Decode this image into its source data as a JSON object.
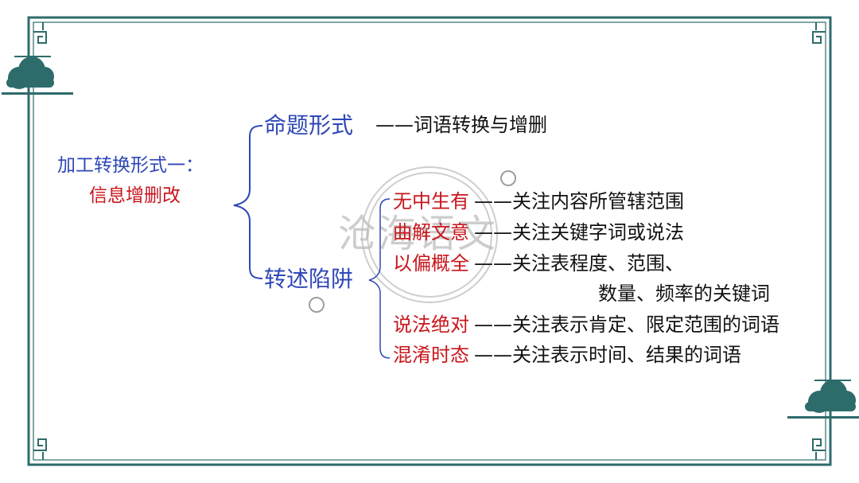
{
  "colors": {
    "frame": "#2e6b6b",
    "blue_text": "#2f47b7",
    "red_text": "#c8161d",
    "black_text": "#111111",
    "bracket": "#2f47b7"
  },
  "root": {
    "title": "加工转换形式一：",
    "subtitle": "信息增删改"
  },
  "branch1": {
    "label": "命题形式",
    "desc": "——词语转换与增删"
  },
  "branch2": {
    "label": "转述陷阱",
    "items": [
      {
        "term": "无中生有",
        "desc": "——关注内容所管辖范围"
      },
      {
        "term": "曲解文意",
        "desc": "——关注关键字词或说法"
      },
      {
        "term": "以偏概全",
        "desc": "——关注表程度、范围、",
        "desc2": "数量、频率的关键词"
      },
      {
        "term": "说法绝对",
        "desc": "——关注表示肯定、限定范围的词语"
      },
      {
        "term": "混淆时态",
        "desc": "——关注表示时间、结果的词语"
      }
    ]
  },
  "watermark": "沧海语文",
  "icons": {
    "cloud_left": "cloud-icon",
    "cloud_right": "cloud-icon",
    "corner": "fret-corner-icon"
  }
}
